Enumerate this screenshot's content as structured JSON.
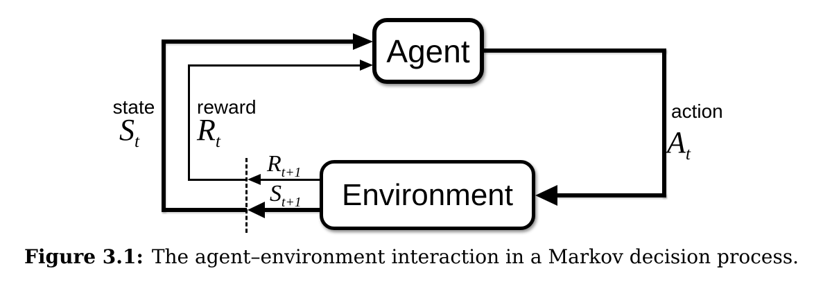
{
  "figure": {
    "boxes": {
      "agent": "Agent",
      "environment": "Environment"
    },
    "signals": {
      "state": {
        "name": "state",
        "symbol": "S",
        "subscript": "t"
      },
      "reward": {
        "name": "reward",
        "symbol": "R",
        "subscript": "t"
      },
      "action": {
        "name": "action",
        "symbol": "A",
        "subscript": "t"
      },
      "next_reward": {
        "symbol": "R",
        "subscript": "t+1"
      },
      "next_state": {
        "symbol": "S",
        "subscript": "t+1"
      }
    },
    "colors": {
      "ink": "#000000",
      "box_fill": "#ffffff",
      "background": "#ffffff"
    }
  },
  "caption": {
    "label": "Figure 3.1:",
    "text": "The agent–environment interaction in a Markov decision process."
  }
}
